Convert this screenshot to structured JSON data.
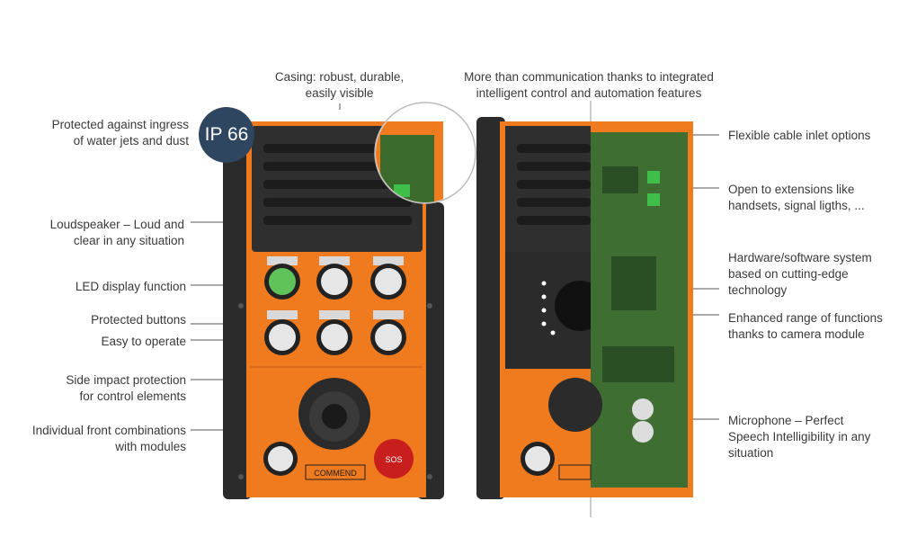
{
  "badge": {
    "text": "IP 66"
  },
  "labels": {
    "casing": [
      "Casing: robust, durable,",
      "easily visible"
    ],
    "more_than": [
      "More than communication thanks to integrated",
      "intelligent control and automation features"
    ],
    "ingress": [
      "Protected against ingress",
      "of water jets and dust"
    ],
    "loudspeaker": [
      "Loudspeaker  – Loud and",
      "clear in any situation"
    ],
    "led": [
      "LED display function"
    ],
    "protected_buttons": [
      "Protected buttons"
    ],
    "easy": [
      "Easy to operate"
    ],
    "side_impact": [
      "Side impact protection",
      "for control elements"
    ],
    "front_combos": [
      "Individual front combinations",
      "with modules"
    ],
    "cable": [
      "Flexible cable inlet options"
    ],
    "extensions": [
      "Open to extensions like",
      "handsets, signal ligths, ..."
    ],
    "hardware": [
      "Hardware/software system",
      "based on cutting-edge",
      "technology"
    ],
    "camera": [
      "Enhanced range of functions",
      "thanks to camera module"
    ],
    "microphone": [
      "Microphone – Perfect",
      "Speech Intelligibility in any",
      "situation"
    ]
  },
  "device": {
    "brand": "COMMEND",
    "sos": "SOS"
  },
  "colors": {
    "orange": "#f07a1e",
    "dark": "#2b2b2b",
    "badge": "#2e4660",
    "led_green": "#5fc35a"
  }
}
